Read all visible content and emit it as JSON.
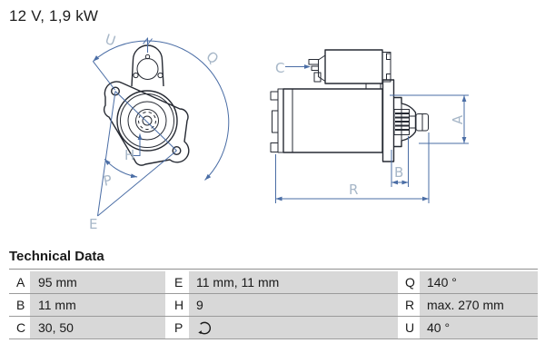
{
  "header": {
    "spec": "12 V, 1,9 kW"
  },
  "drawing": {
    "labels": {
      "a": "A",
      "b": "B",
      "c": "C",
      "e": "E",
      "h": "H",
      "p": "P",
      "q": "Q",
      "r": "R",
      "u": "U"
    },
    "colors": {
      "outline": "#262a33",
      "dimension_line": "#4a6da5",
      "dimension_label": "#a7b7c8"
    }
  },
  "table": {
    "title": "Technical Data",
    "colors": {
      "value_cell_background": "#d8d8d8",
      "row_separator": "#9b9b9b"
    },
    "rows": [
      {
        "k1": "A",
        "v1": "95 mm",
        "k2": "E",
        "v2": "11 mm, 11 mm",
        "k3": "Q",
        "v3": "140 °"
      },
      {
        "k1": "B",
        "v1": "11 mm",
        "k2": "H",
        "v2": "9",
        "k3": "R",
        "v3": "max. 270 mm"
      },
      {
        "k1": "C",
        "v1": "30, 50",
        "k2": "P",
        "v2_icon": "rotation-direction",
        "k3": "U",
        "v3": "40 °"
      }
    ]
  }
}
